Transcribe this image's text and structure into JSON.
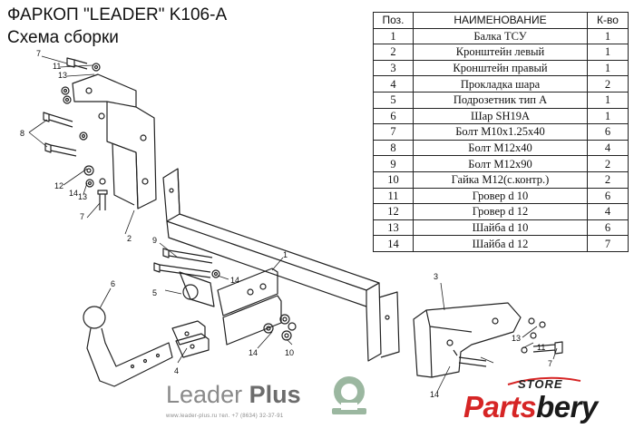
{
  "header": {
    "title": "ФАРКОП \"LEADER\" K106-A",
    "subtitle": "Схема сборки"
  },
  "parts_table": {
    "columns": [
      "Поз.",
      "НАИМЕНОВАНИЕ",
      "К-во"
    ],
    "rows": [
      {
        "pos": "1",
        "name": "Балка ТСУ",
        "qty": "1"
      },
      {
        "pos": "2",
        "name": "Кронштейн левый",
        "qty": "1"
      },
      {
        "pos": "3",
        "name": "Кронштейн правый",
        "qty": "1"
      },
      {
        "pos": "4",
        "name": "Прокладка шара",
        "qty": "2"
      },
      {
        "pos": "5",
        "name": "Подрозетник тип A",
        "qty": "1"
      },
      {
        "pos": "6",
        "name": "Шар SH19A",
        "qty": "1"
      },
      {
        "pos": "7",
        "name": "Болт M10x1.25x40",
        "qty": "6"
      },
      {
        "pos": "8",
        "name": "Болт M12x40",
        "qty": "4"
      },
      {
        "pos": "9",
        "name": "Болт M12x90",
        "qty": "2"
      },
      {
        "pos": "10",
        "name": "Гайка M12(с.контр.)",
        "qty": "2"
      },
      {
        "pos": "11",
        "name": "Гровер d 10",
        "qty": "6"
      },
      {
        "pos": "12",
        "name": "Гровер d 12",
        "qty": "4"
      },
      {
        "pos": "13",
        "name": "Шайба d 10",
        "qty": "6"
      },
      {
        "pos": "14",
        "name": "Шайба d 12",
        "qty": "7"
      }
    ]
  },
  "callouts": {
    "c7a": "7",
    "c11a": "11",
    "c13a": "13",
    "c8": "8",
    "c12": "12",
    "c14a": "14",
    "c13b": "13",
    "c7b": "7",
    "c2": "2",
    "c9": "9",
    "c14b": "14",
    "c1": "1",
    "c5": "5",
    "c6": "6",
    "c4": "4",
    "c14c": "14",
    "c10": "10",
    "c3": "3",
    "c13c": "13",
    "c11b": "11",
    "c7c": "7",
    "c14d": "14"
  },
  "branding": {
    "logo_leader": "Leader",
    "logo_plus": "Plus",
    "contact": "www.leader-plus.ru    тел. +7 (8634) 32-37-91",
    "store": "STORE",
    "partsbery_1": "Parts",
    "partsbery_2": "bery"
  }
}
